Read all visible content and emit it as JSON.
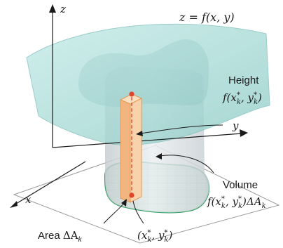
{
  "diagram": {
    "axes": {
      "z_label": "z",
      "y_label": "y",
      "x_label": "x"
    },
    "surface_label": "z = f(x, y)",
    "height_title": "Height",
    "height_expr": "f(x*k, y*k)",
    "height_expr_parts": {
      "f": "f(",
      "x": "x",
      "k1": "k",
      "sep": ", ",
      "y": "y",
      "k2": "k",
      "close": ")"
    },
    "volume_title": "Volume",
    "volume_expr_parts": {
      "f": "f(",
      "x": "x",
      "k1": "k",
      "sep": ", ",
      "y": "y",
      "k2": "k",
      "close": ")",
      "delta": "ΔA",
      "k3": "k"
    },
    "area_parts": {
      "word": "Area ",
      "delta": "ΔA",
      "k": "k"
    },
    "point_parts": {
      "open": "(",
      "x": "x",
      "k1": "k",
      "sep": ", ",
      "y": "y",
      "k2": "k",
      "close": ")"
    },
    "star": "*",
    "colors": {
      "surface": "#a6d9d6",
      "surface_edge": "#7fbfbb",
      "cylinder": "#d9dde0",
      "region_fill": "#c6ead8",
      "region_edge": "#2e9a5e",
      "column": "#f6c89b",
      "column_edge": "#e39a55",
      "point": "#e0452a",
      "axis": "#1a1a1a"
    }
  }
}
